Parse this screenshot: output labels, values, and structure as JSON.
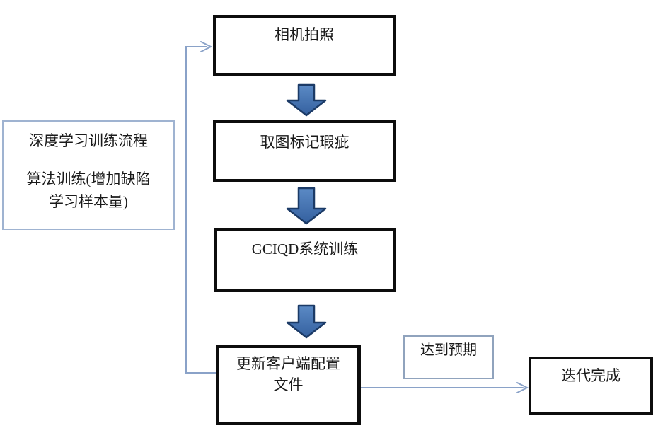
{
  "diagram": {
    "nodes": {
      "camera": {
        "label": "相机拍照"
      },
      "mark": {
        "label": "取图标记瑕疵"
      },
      "train": {
        "label": "GCIQD系统训练"
      },
      "update": {
        "label_line1": "更新客户端配置",
        "label_line2": "文件"
      },
      "note": {
        "line1": "深度学习训练流程",
        "line2": "算法训练(增加缺陷",
        "line3": "学习样本量)"
      },
      "expect": {
        "label": "达到预期"
      },
      "done": {
        "label": "迭代完成"
      }
    },
    "edges": [
      {
        "from": "camera",
        "to": "mark",
        "style": "block-arrow-down"
      },
      {
        "from": "mark",
        "to": "train",
        "style": "block-arrow-down"
      },
      {
        "from": "train",
        "to": "update",
        "style": "block-arrow-down"
      },
      {
        "from": "update",
        "to": "camera",
        "style": "thin-feedback-loop-left"
      },
      {
        "from": "update",
        "to": "done",
        "style": "thin-arrow-right",
        "label_node": "expect"
      }
    ],
    "colors": {
      "block_arrow_fill_top": "#5b8ac5",
      "block_arrow_fill_bottom": "#34609f",
      "block_arrow_stroke": "#1b3a66",
      "thin_connector": "#8aa2c8",
      "process_box_border": "#0d0d0d",
      "note_box_border": "#9fb3d1",
      "expect_box_border": "#90a3bd",
      "background": "#ffffff",
      "text": "#1a1a1a"
    }
  }
}
